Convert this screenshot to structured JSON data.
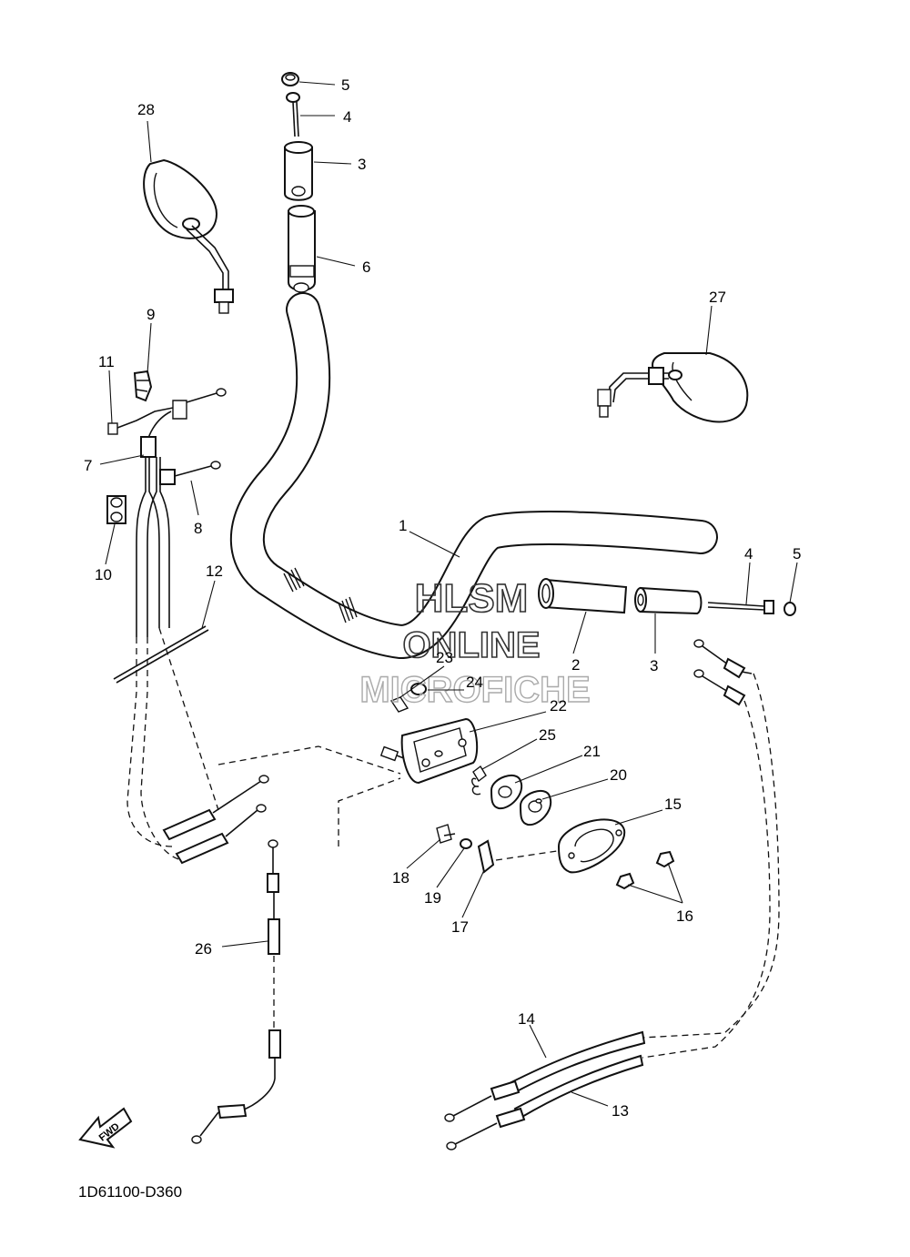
{
  "diagram": {
    "reference_code": "1D61100-D360",
    "direction_label": "FWD",
    "watermark": {
      "line1": "HLSM",
      "line2": "ONLINE",
      "line3": "MICROFICHE"
    },
    "callouts": {
      "c1": "1",
      "c2": "2",
      "c3": "3",
      "c4": "4",
      "c5": "5",
      "c6": "6",
      "c7": "7",
      "c8": "8",
      "c9": "9",
      "c10": "10",
      "c11": "11",
      "c12": "12",
      "c13": "13",
      "c14": "14",
      "c15": "15",
      "c16": "16",
      "c17": "17",
      "c18": "18",
      "c19": "19",
      "c20": "20",
      "c21": "21",
      "c22": "22",
      "c23": "23",
      "c24": "24",
      "c25": "25",
      "c26": "26",
      "c27": "27",
      "c28": "28"
    }
  }
}
